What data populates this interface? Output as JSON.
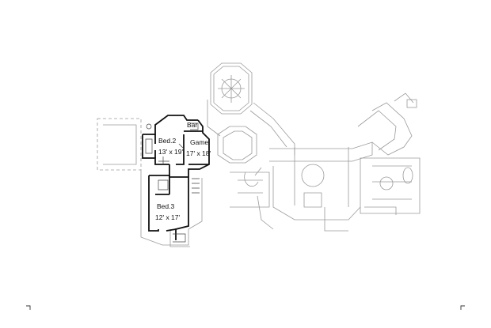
{
  "rooms": [
    {
      "name": "Bed.2",
      "size": "13' x 19'"
    },
    {
      "name": "Bar",
      "size": ""
    },
    {
      "name": "Game",
      "size": "17' x 18'"
    },
    {
      "name": "Bed.3",
      "size": "12' x 17'"
    }
  ],
  "colors": {
    "line_dark": "#111111",
    "line_light": "#9a9a9a",
    "background": "#ffffff"
  }
}
